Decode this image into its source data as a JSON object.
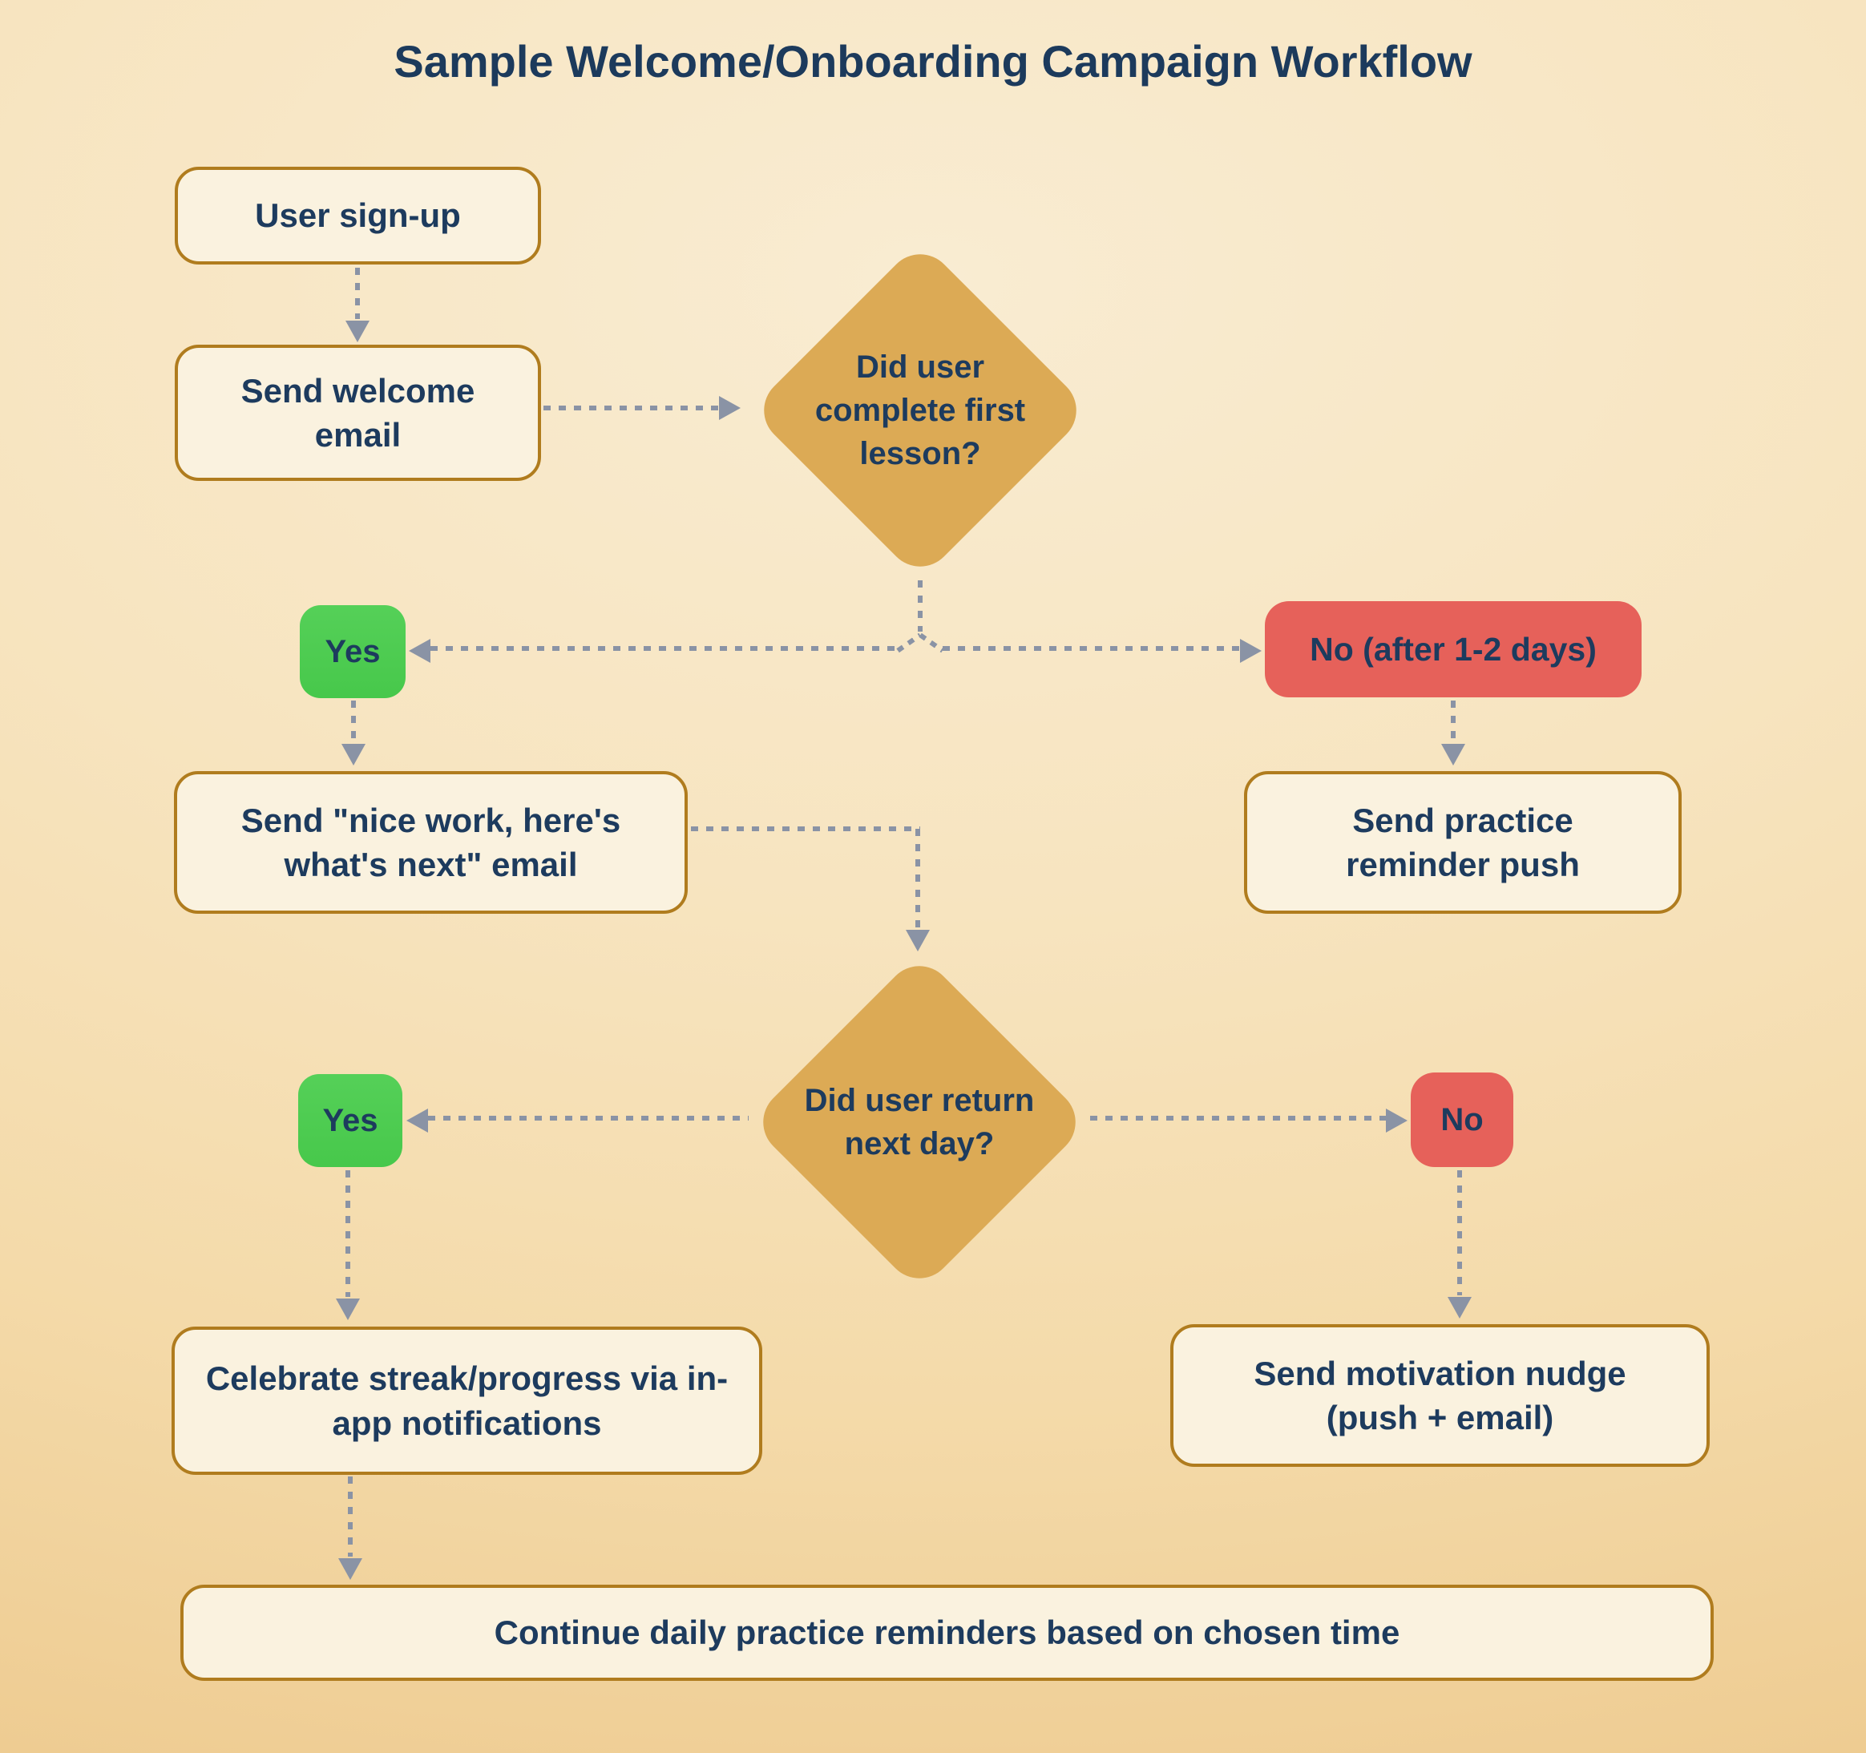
{
  "title": "Sample Welcome/Onboarding Campaign Workflow",
  "nodes": {
    "user_signup": {
      "label": "User sign-up",
      "type": "process"
    },
    "send_welcome": {
      "label": "Send welcome email",
      "type": "process"
    },
    "decision_first_lesson": {
      "label": "Did user complete first lesson?",
      "type": "decision"
    },
    "yes1": {
      "label": "Yes",
      "type": "branch-yes"
    },
    "no1": {
      "label": "No (after 1-2 days)",
      "type": "branch-no"
    },
    "nice_work_email": {
      "label": "Send \"nice work, here's what's next\" email",
      "type": "process"
    },
    "practice_reminder": {
      "label": "Send practice reminder push",
      "type": "process"
    },
    "decision_return": {
      "label": "Did user return next day?",
      "type": "decision"
    },
    "yes2": {
      "label": "Yes",
      "type": "branch-yes"
    },
    "no2": {
      "label": "No",
      "type": "branch-no"
    },
    "celebrate": {
      "label": "Celebrate streak/progress via in-app notifications",
      "type": "process"
    },
    "motivation": {
      "label": "Send motivation nudge (push + email)",
      "type": "process"
    },
    "continue": {
      "label": "Continue daily practice reminders based on chosen time",
      "type": "process"
    }
  },
  "edges": [
    {
      "from": "user_signup",
      "to": "send_welcome"
    },
    {
      "from": "send_welcome",
      "to": "decision_first_lesson"
    },
    {
      "from": "decision_first_lesson",
      "to": "yes1"
    },
    {
      "from": "decision_first_lesson",
      "to": "no1"
    },
    {
      "from": "yes1",
      "to": "nice_work_email"
    },
    {
      "from": "no1",
      "to": "practice_reminder"
    },
    {
      "from": "nice_work_email",
      "to": "decision_return"
    },
    {
      "from": "decision_return",
      "to": "yes2"
    },
    {
      "from": "decision_return",
      "to": "no2"
    },
    {
      "from": "yes2",
      "to": "celebrate"
    },
    {
      "from": "no2",
      "to": "motivation"
    },
    {
      "from": "celebrate",
      "to": "continue"
    }
  ],
  "colors": {
    "background_light": "#f9ecd2",
    "background_dark": "#edc98d",
    "process_fill": "#faf2df",
    "process_border": "#b07c1e",
    "decision_fill": "#dcaa55",
    "yes_fill": "#4ecb51",
    "no_fill": "#e6615a",
    "text_navy": "#1d3b5e",
    "connector_gray": "#8a93a5"
  }
}
